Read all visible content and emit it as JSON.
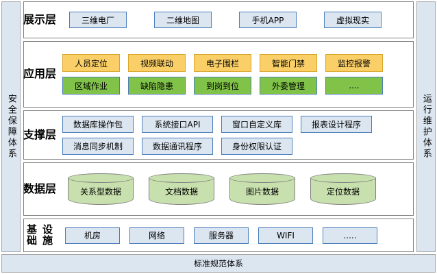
{
  "rails": {
    "left": {
      "label": "安全保障体系"
    },
    "right": {
      "label": "运行维护体系"
    }
  },
  "standards_bar": {
    "label": "标准规范体系"
  },
  "layers": [
    {
      "key": "display",
      "label": "展示层",
      "rows": [
        {
          "style": "blue",
          "nodes": [
            "三维电厂",
            "二维地图",
            "手机APP",
            "虚拟现实"
          ]
        }
      ]
    },
    {
      "key": "application",
      "label": "应用层",
      "rows": [
        {
          "style": "orange",
          "nodes": [
            "人员定位",
            "视频联动",
            "电子围栏",
            "智能门禁",
            "监控报警"
          ]
        },
        {
          "style": "green",
          "nodes": [
            "区域作业",
            "缺陷隐患",
            "到岗到位",
            "外委管理",
            "...."
          ]
        }
      ]
    },
    {
      "key": "support",
      "label": "支撑层",
      "rows": [
        {
          "style": "blue",
          "nodes": [
            "数据库操作包",
            "系统接口API",
            "窗口自定义库",
            "报表设计程序"
          ]
        },
        {
          "style": "blue",
          "nodes": [
            "消息同步机制",
            "数据通讯程序",
            "身份权限认证"
          ]
        }
      ]
    },
    {
      "key": "data",
      "label": "数据层",
      "rows": [
        {
          "style": "cylinder",
          "nodes": [
            "关系型数据",
            "文档数据",
            "图片数据",
            "定位数据"
          ]
        }
      ]
    },
    {
      "key": "infrastructure",
      "label": "基础设施",
      "rows": [
        {
          "style": "blue",
          "nodes": [
            "机房",
            "网络",
            "服务器",
            "WIFI",
            "....."
          ]
        }
      ]
    }
  ],
  "colors": {
    "rail_fill": "#dce6f1",
    "blue_fill": "#dce6f1",
    "blue_border": "#4a7ebb",
    "orange_fill": "#facf68",
    "orange_border": "#d8a62c",
    "green_fill": "#80c348",
    "green_border": "#4a7ebb",
    "cylinder_fill": "#c8e0ae",
    "cylinder_border": "#808080",
    "layer_border": "#808080"
  }
}
